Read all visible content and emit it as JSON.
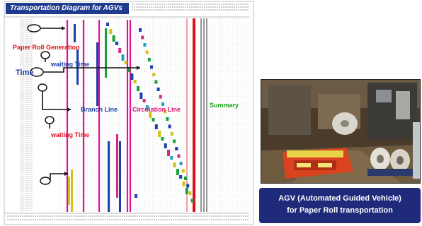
{
  "diagram": {
    "title": "Transportation Diagram for AGVs",
    "labels": {
      "paper_roll_generation": "Paper Roll Generation",
      "waiting_time_1": "waiting Time",
      "time": "Time",
      "branch_line": "Branch Line",
      "circulation_line": "Circulation Line",
      "summary": "Summary",
      "waiting_time_2": "waiting Time"
    }
  },
  "photo": {
    "caption_line1": "AGV (Automated Guided Vehicle)",
    "caption_line2": "for Paper Roll transportation"
  },
  "colors": {
    "title_bg": "#1f3b8f",
    "magenta_line": "#e0109a",
    "red_line": "#e0101a",
    "caption_bg": "#1f2a7a"
  }
}
